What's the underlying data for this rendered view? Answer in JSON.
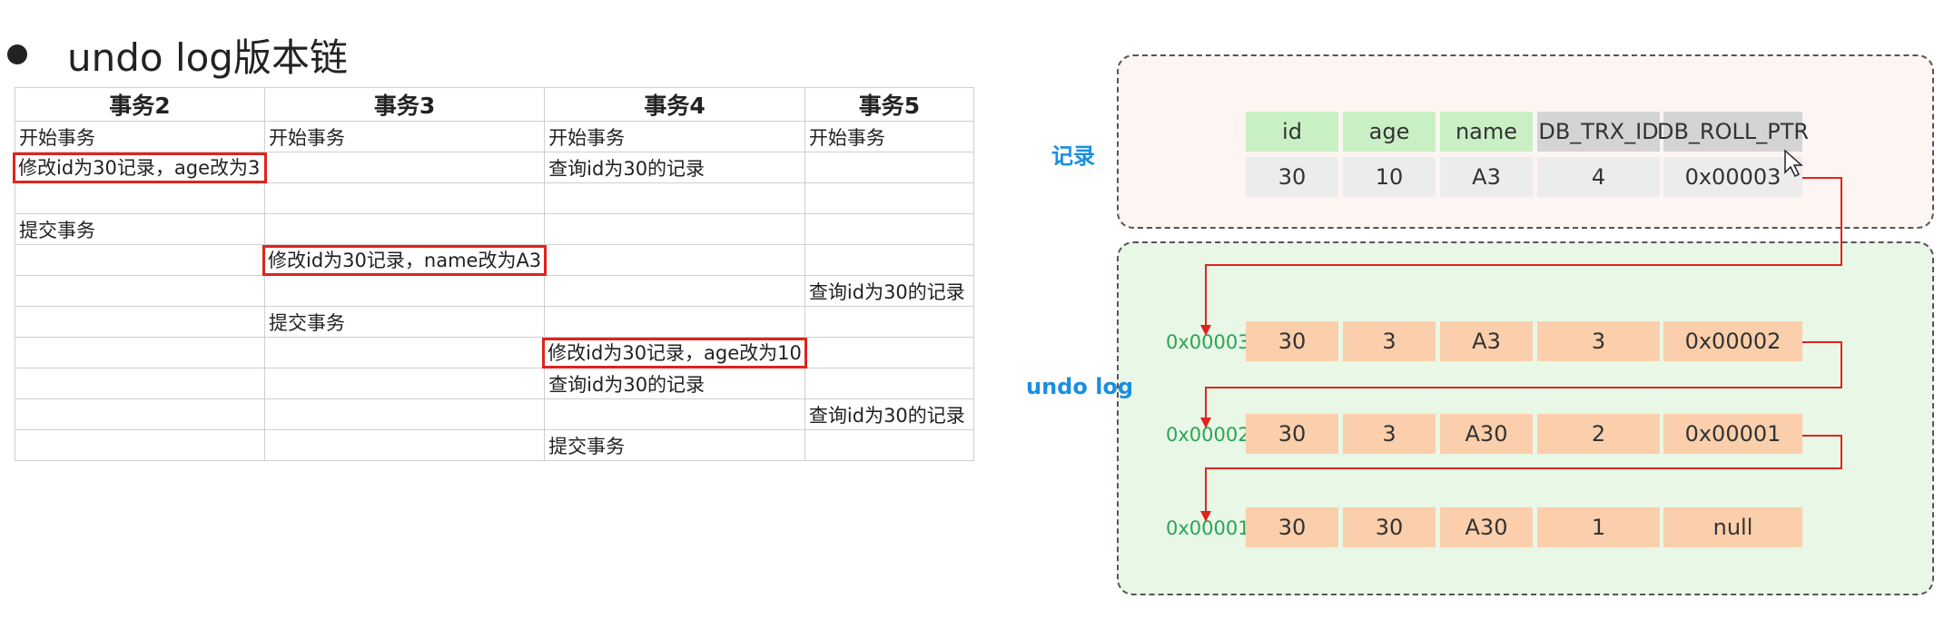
{
  "slide": {
    "title": "undo log版本链"
  },
  "transactions": {
    "headers": [
      "事务2",
      "事务3",
      "事务4",
      "事务5"
    ],
    "rows": [
      [
        "开始事务",
        "开始事务",
        "开始事务",
        "开始事务"
      ],
      [
        "修改id为30记录，age改为3",
        "",
        "查询id为30的记录",
        ""
      ],
      [
        "",
        "",
        "",
        ""
      ],
      [
        "提交事务",
        "",
        "",
        ""
      ],
      [
        "",
        "修改id为30记录，name改为A3",
        "",
        ""
      ],
      [
        "",
        "",
        "",
        "查询id为30的记录"
      ],
      [
        "",
        "提交事务",
        "",
        ""
      ],
      [
        "",
        "",
        "修改id为30记录，age改为10",
        ""
      ],
      [
        "",
        "",
        "查询id为30的记录",
        ""
      ],
      [
        "",
        "",
        "",
        "查询id为30的记录"
      ],
      [
        "",
        "",
        "提交事务",
        ""
      ]
    ]
  },
  "diagram": {
    "record_label": "记录",
    "undo_label": "undo log",
    "columns": [
      "id",
      "age",
      "name",
      "DB_TRX_ID",
      "DB_ROLL_PTR"
    ],
    "record": [
      "30",
      "10",
      "A3",
      "4",
      "0x00003"
    ],
    "undo_rows": [
      {
        "addr": "0x00003",
        "values": [
          "30",
          "3",
          "A3",
          "3",
          "0x00002"
        ]
      },
      {
        "addr": "0x00002",
        "values": [
          "30",
          "3",
          "A30",
          "2",
          "0x00001"
        ]
      },
      {
        "addr": "0x00001",
        "values": [
          "30",
          "30",
          "A30",
          "1",
          "null"
        ]
      }
    ]
  },
  "colors": {
    "highlight_border": "#e0231d",
    "arrow": "#e0231d",
    "label_blue": "#1a8fe0",
    "addr_green": "#2aa556",
    "header_green": "#c9f0c4",
    "header_gray": "#d4d4d4",
    "undo_value_bg": "#fbcfab"
  }
}
